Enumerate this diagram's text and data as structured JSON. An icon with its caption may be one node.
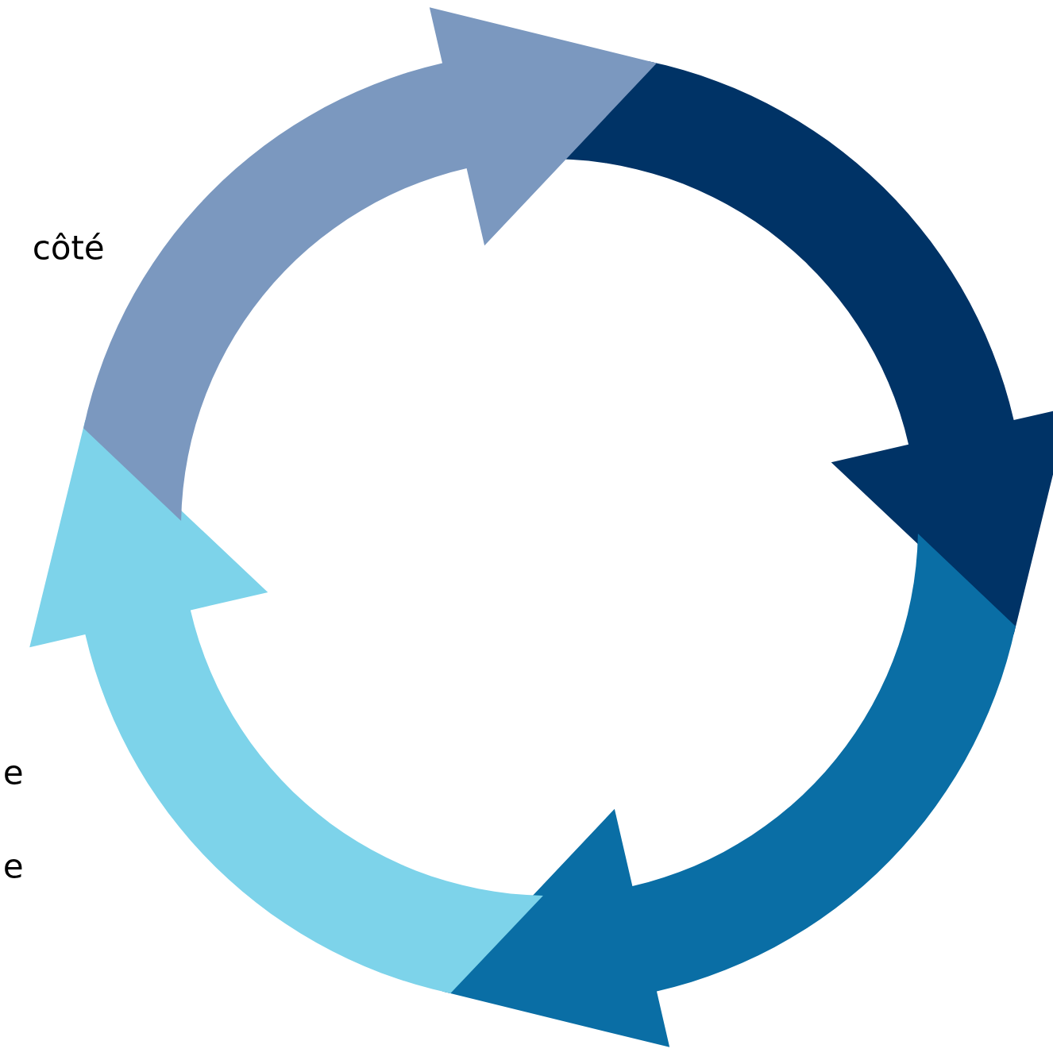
{
  "diagram": {
    "labels": [
      "côté",
      "e",
      "e"
    ]
  }
}
